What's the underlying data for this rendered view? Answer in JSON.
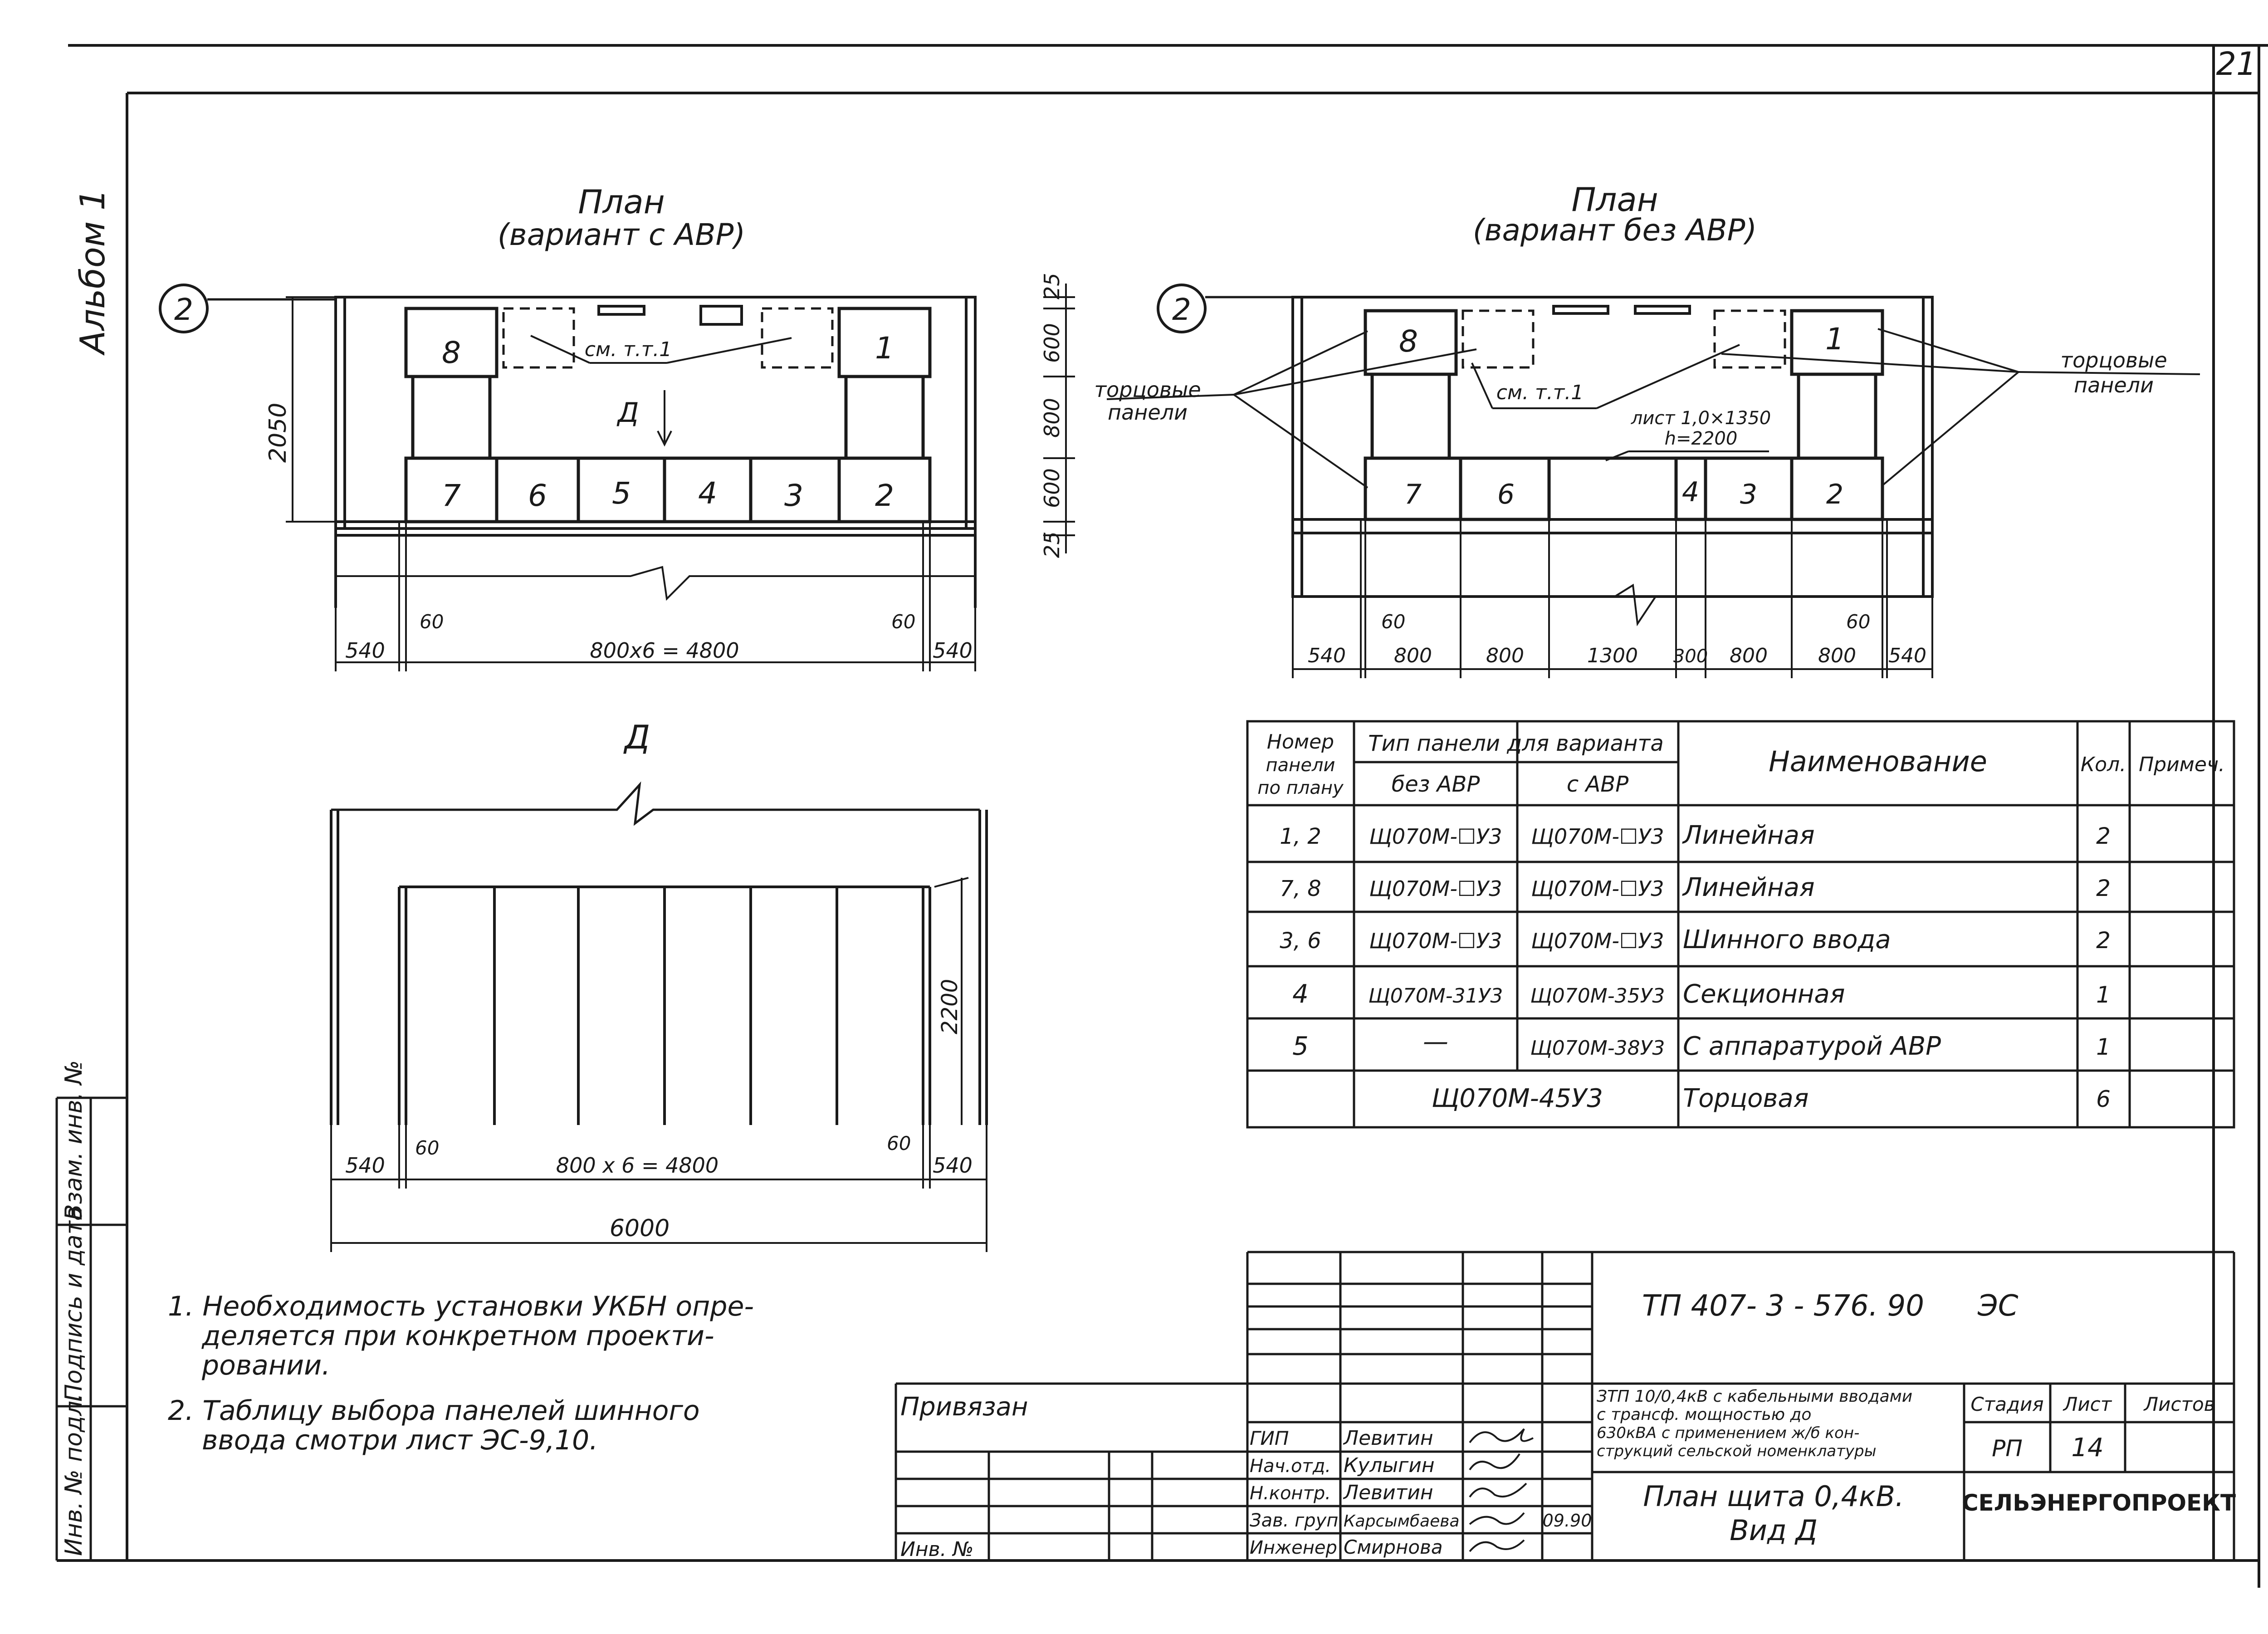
{
  "sheet_number": "21",
  "album_label": "Альбом 1",
  "plan_avr": {
    "title_line1": "План",
    "title_line2": "(вариант с АВР)",
    "axis_label": "2",
    "panel_numbers": [
      "8",
      "1",
      "7",
      "6",
      "5",
      "4",
      "3",
      "2"
    ],
    "ref_note": "см. т.т.1",
    "view_arrow": "Д",
    "dims_vertical": [
      "2050",
      "25",
      "600",
      "800",
      "600",
      "25"
    ],
    "dims_bottom": [
      "540",
      "60",
      "800х6 = 4800",
      "60",
      "540"
    ]
  },
  "plan_no_avr": {
    "title_line1": "План",
    "title_line2": "(вариант без АВР)",
    "axis_label": "2",
    "panel_numbers": [
      "8",
      "1",
      "7",
      "6",
      "4",
      "3",
      "2"
    ],
    "ref_note": "см. т.т.1",
    "end_panels_left": [
      "торцовые",
      "панели"
    ],
    "end_panels_right": [
      "торцовые",
      "панели"
    ],
    "sheet_note_line1": "лист 1,0×1350",
    "sheet_note_line2": "h=2200",
    "dims_bottom": [
      "540",
      "60",
      "800",
      "800",
      "1300",
      "300",
      "800",
      "800",
      "60",
      "540"
    ]
  },
  "view_d": {
    "title": "Д",
    "height_dim": "2200",
    "dims_row1": [
      "540",
      "60",
      "800 х 6 = 4800",
      "60",
      "540"
    ],
    "dims_row2": "6000"
  },
  "panel_table": {
    "headers": {
      "number": [
        "Номер",
        "панели",
        "по плану"
      ],
      "type_group": "Тип панели для варианта",
      "type_no_avr": "без АВР",
      "type_avr": "с АВР",
      "name": "Наименование",
      "qty": "Кол.",
      "note": "Примеч."
    },
    "rows": [
      {
        "num": "1, 2",
        "no_avr": "Щ070М-☐У3",
        "avr": "Щ070М-☐У3",
        "name": "Линейная",
        "qty": "2",
        "note": ""
      },
      {
        "num": "7, 8",
        "no_avr": "Щ070М-☐У3",
        "avr": "Щ070М-☐У3",
        "name": "Линейная",
        "qty": "2",
        "note": ""
      },
      {
        "num": "3, 6",
        "no_avr": "Щ070М-☐У3",
        "avr": "Щ070М-☐У3",
        "name": "Шинного ввода",
        "qty": "2",
        "note": ""
      },
      {
        "num": "4",
        "no_avr": "Щ070М-31У3",
        "avr": "Щ070М-35У3",
        "name": "Секционная",
        "qty": "1",
        "note": ""
      },
      {
        "num": "5",
        "no_avr": "—",
        "avr": "Щ070М-38У3",
        "name": "С аппаратурой АВР",
        "qty": "1",
        "note": ""
      },
      {
        "num": "",
        "no_avr": "Щ070М-45У3",
        "avr": "",
        "name": "Торцовая",
        "qty": "6",
        "note": ""
      }
    ]
  },
  "notes": [
    "1. Необходимость установки УКБН опре-",
    "деляется при конкретном проекти-",
    "ровании.",
    "2. Таблицу выбора панелей шинного",
    "ввода смотри лист ЭС-9,10."
  ],
  "title_block": {
    "doc_code": "ТП 407- 3 - 576. 90",
    "doc_suffix": "ЭС",
    "privyazan": "Привязан",
    "inv_no": "Инв. №",
    "roles": [
      "ГИП",
      "Нач.отд.",
      "Н.контр.",
      "Зав. груп.",
      "Инженер"
    ],
    "names": [
      "Левитин",
      "Кулыгин",
      "Левитин",
      "Карсымбаева",
      "Смирнова"
    ],
    "date": "09.90",
    "description_lines": [
      "ЗТП 10/0,4кВ с кабельными вводами",
      "с трансф. мощностью до",
      "630кВА с применением ж/б кон-",
      "струкций сельской номенклатуры"
    ],
    "sheet_title_line1": "План щита 0,4кВ.",
    "sheet_title_line2": "Вид Д",
    "stage_label": "Стадия",
    "sheet_label": "Лист",
    "sheets_label": "Листов",
    "stage": "РП",
    "sheet": "14",
    "organization": "СЕЛЬЭНЕРГОПРОЕКТ"
  },
  "side_stamp": {
    "inv_podl": "Инв. № подл.",
    "podpis_data": "Подпись и дата",
    "vzam_inv": "Взам. инв. №"
  }
}
